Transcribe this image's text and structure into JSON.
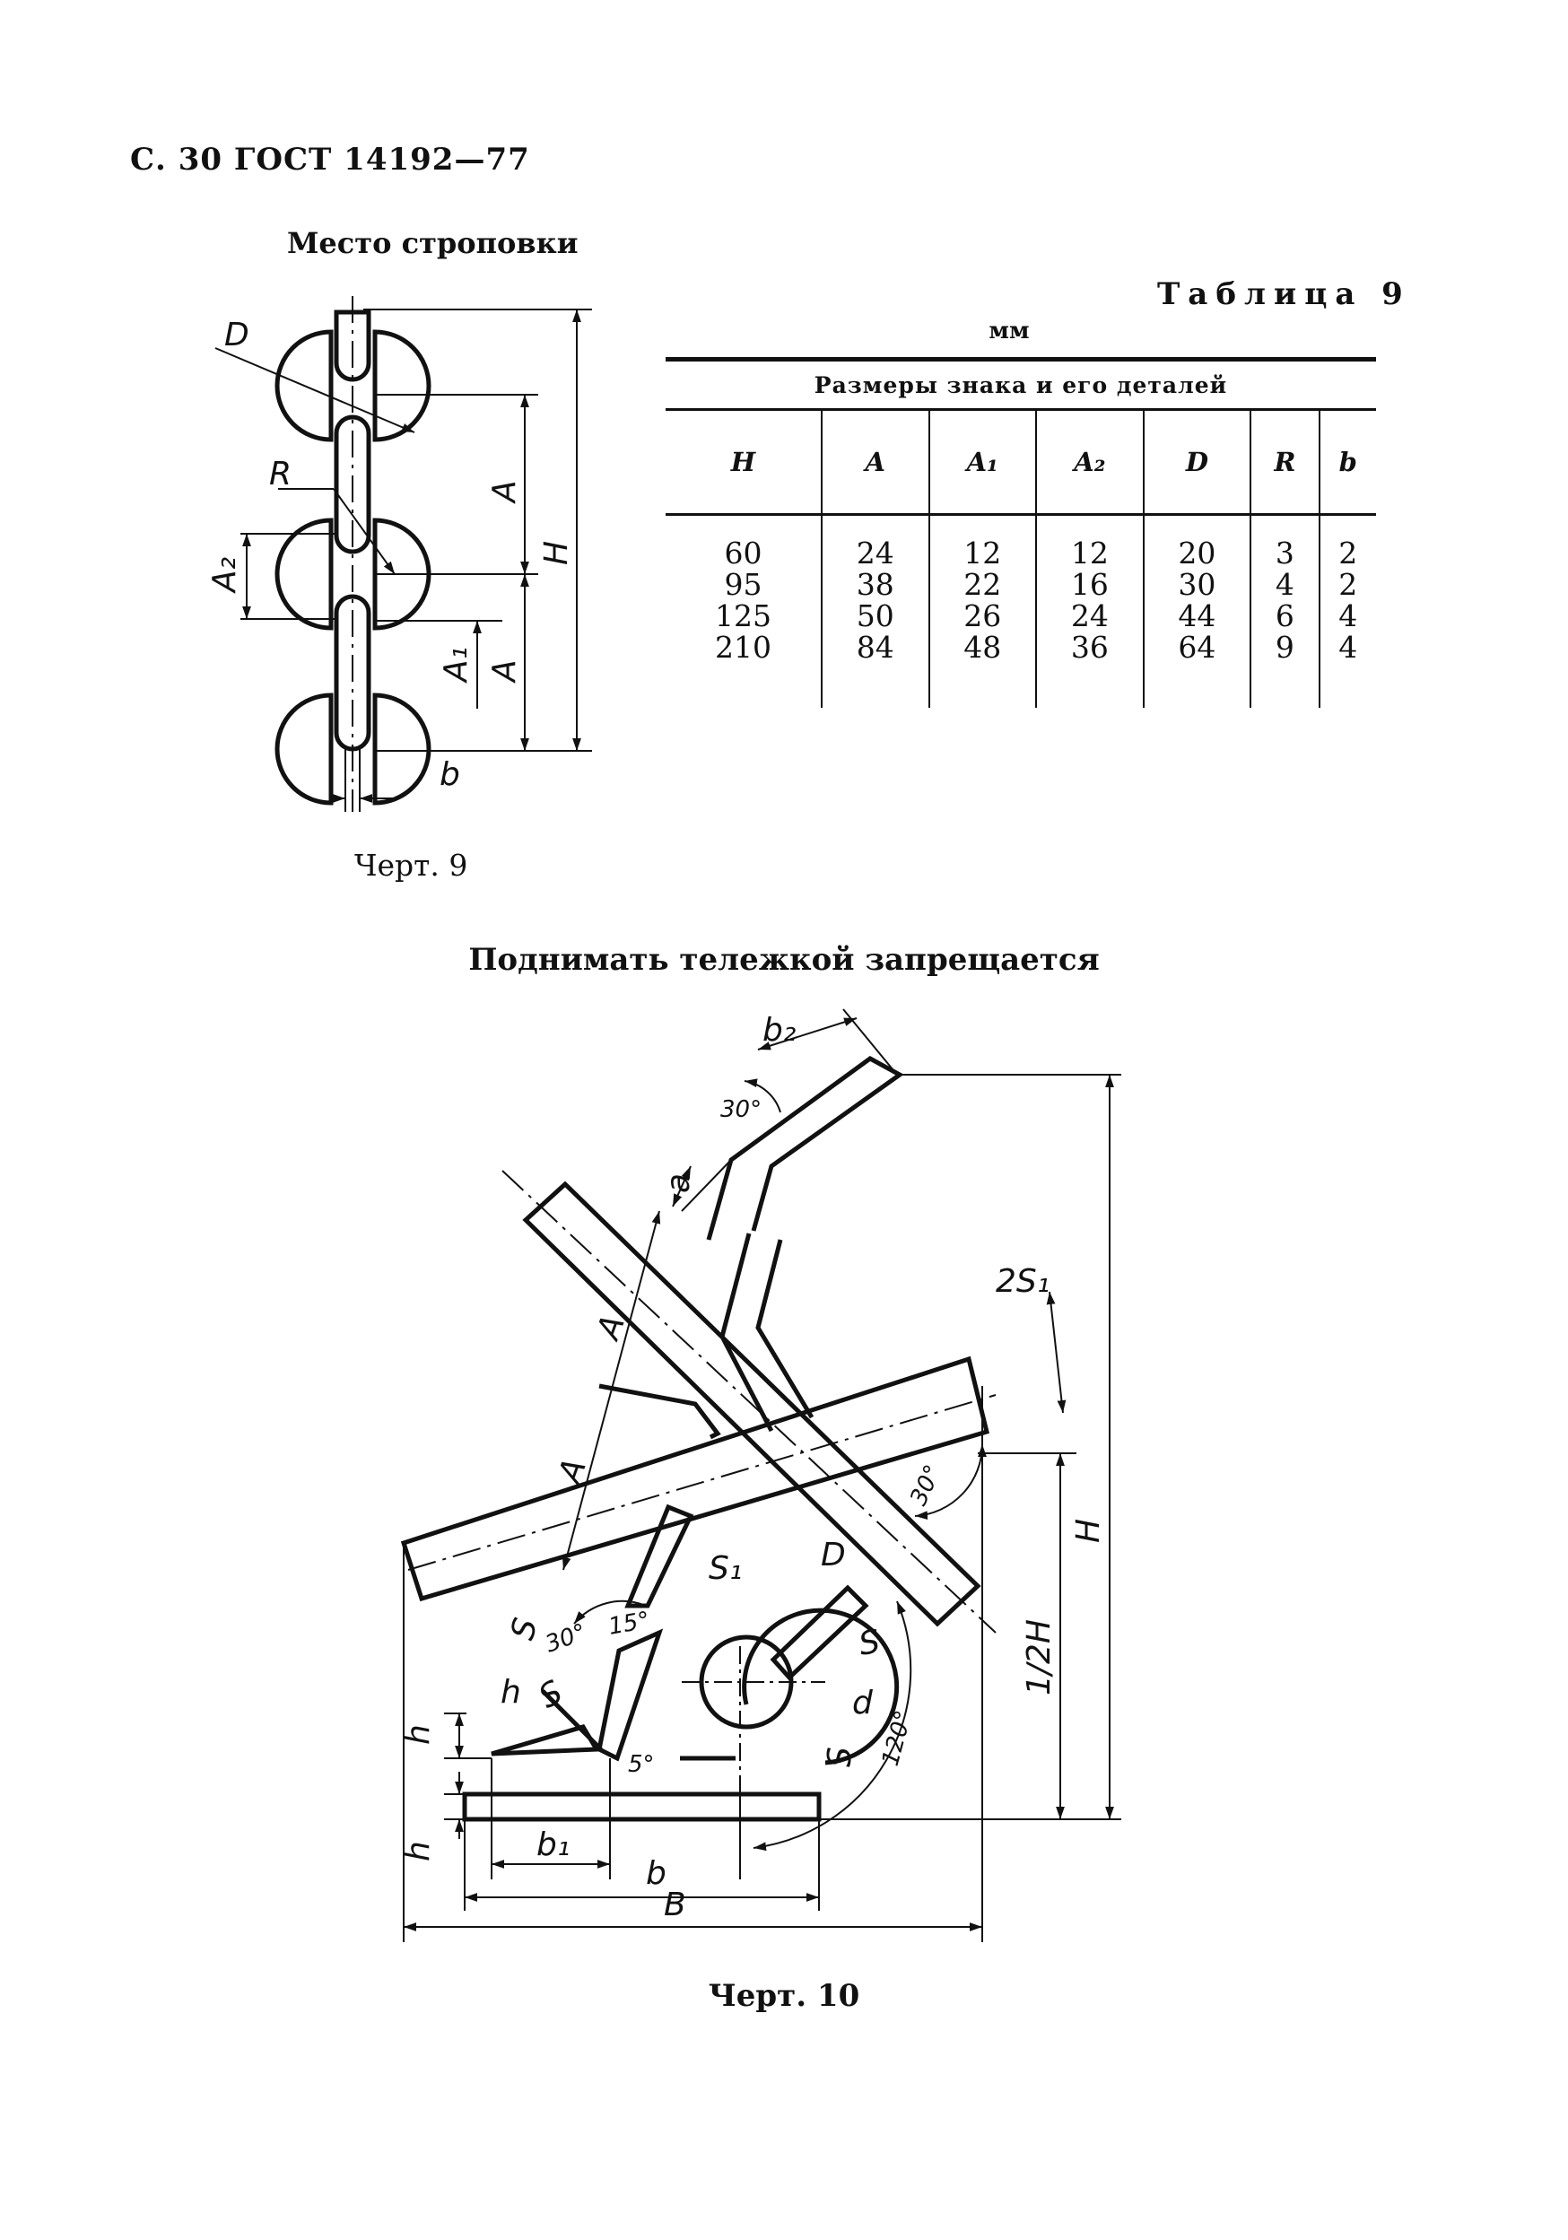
{
  "page": {
    "header": "С. 30 ГОСТ 14192—77"
  },
  "figure9": {
    "title": "Место строповки",
    "caption": "Черт. 9",
    "labels": {
      "D": "D",
      "R": "R",
      "A2": "A₂",
      "A_top": "A",
      "A_bottom": "A",
      "A1": "A₁",
      "H": "H",
      "b": "b"
    }
  },
  "table9": {
    "title": "Таблица 9",
    "units": "мм",
    "group_header": "Размеры знака и его деталей",
    "columns": [
      "H",
      "A",
      "A₁",
      "A₂",
      "D",
      "R",
      "b"
    ],
    "rows": [
      [
        "60",
        "24",
        "12",
        "12",
        "20",
        "3",
        "2"
      ],
      [
        "95",
        "38",
        "22",
        "16",
        "30",
        "4",
        "2"
      ],
      [
        "125",
        "50",
        "26",
        "24",
        "44",
        "6",
        "4"
      ],
      [
        "210",
        "84",
        "48",
        "36",
        "64",
        "9",
        "4"
      ]
    ]
  },
  "figure10": {
    "title": "Поднимать тележкой запрещается",
    "caption": "Черт. 10",
    "labels": {
      "b2": "b₂",
      "angle_top": "30°",
      "a": "a",
      "A_upper": "A",
      "A_lower": "A",
      "two_s1": "2S₁",
      "angle_right": "30°",
      "H": "H",
      "S1": "S₁",
      "S_left": "S",
      "angle_30": "30°",
      "angle_15": "15°",
      "D": "D",
      "S_right": "S",
      "half_H": "1/2H",
      "h_top": "h",
      "S_mid": "S",
      "d": "d",
      "h_left": "h",
      "angle_5": "5°",
      "angle_120": "120°",
      "S_bottom": "S",
      "h_bottom": "h",
      "b1": "b₁",
      "b": "b",
      "B": "B"
    }
  }
}
